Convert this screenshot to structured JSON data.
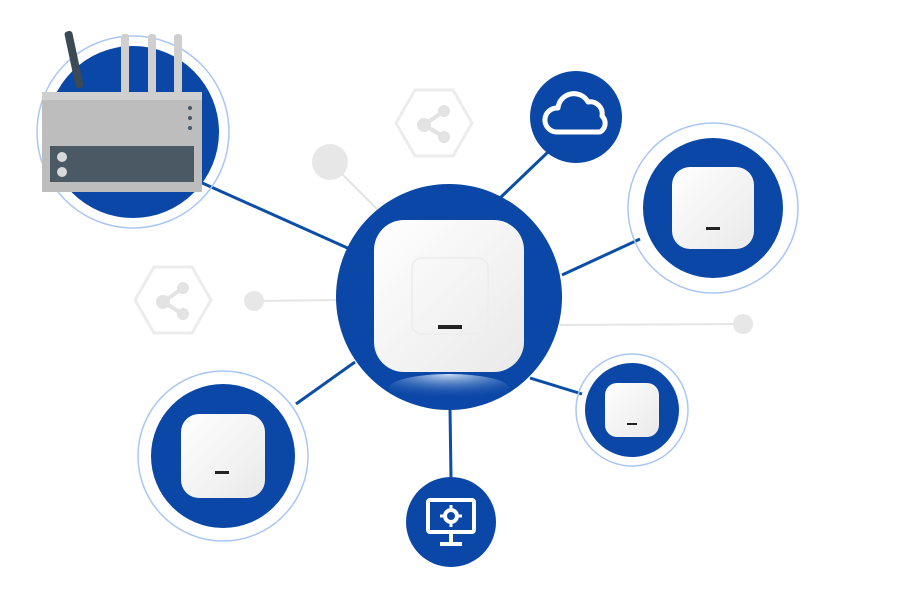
{
  "diagram": {
    "colors": {
      "brand_blue": "#0a47a6",
      "link_blue": "#0b4ea6",
      "ring_blue": "#a9c7f3",
      "faint_gray": "#e7e7e7",
      "ap_white": "#f5f5f5",
      "router_gray": "#bdbdbd",
      "router_panel": "#4b5964"
    },
    "nodes": [
      {
        "id": "central-access-point",
        "icon": "ceiling-access-point-icon"
      },
      {
        "id": "router",
        "icon": "router-icon"
      },
      {
        "id": "cloud",
        "icon": "cloud-icon"
      },
      {
        "id": "access-point-right",
        "icon": "ceiling-access-point-icon"
      },
      {
        "id": "access-point-small",
        "icon": "ceiling-access-point-icon"
      },
      {
        "id": "access-point-left",
        "icon": "ceiling-access-point-icon"
      },
      {
        "id": "management-monitor",
        "icon": "monitor-gear-icon"
      }
    ],
    "background_icons": [
      "share-hexagon-icon",
      "share-hexagon-icon"
    ]
  }
}
